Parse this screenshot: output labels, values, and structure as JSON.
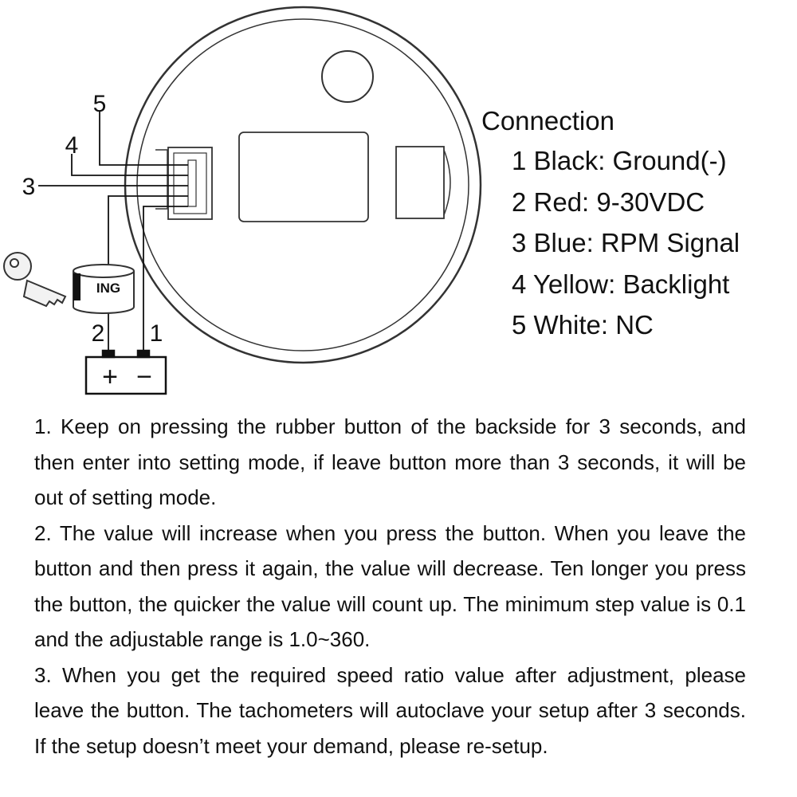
{
  "diagram": {
    "wire_numbers": {
      "w5": "5",
      "w4": "4",
      "w3": "3",
      "w2": "2",
      "w1": "1"
    },
    "ignition_label": "ING",
    "battery": {
      "plus": "+",
      "minus": "−"
    },
    "icons": [
      "gauge-housing",
      "connector-plug",
      "ignition-switch-icon",
      "key-icon",
      "battery-icon"
    ]
  },
  "connection": {
    "title": "Connection",
    "items": [
      "1 Black: Ground(-)",
      "2 Red: 9-30VDC",
      "3 Blue: RPM Signal",
      "4 Yellow: Backlight",
      "5 White: NC"
    ]
  },
  "instructions": [
    "1. Keep on pressing the rubber button of the backside for 3 seconds, and then enter into setting mode, if leave button more than 3 seconds, it will be out of setting mode.",
    "2. The value will increase when you press the button. When you leave the button and then press it again, the value will decrease. Ten longer you press the button, the quicker the value will count up. The minimum step value is 0.1 and the adjustable range is 1.0~360.",
    "3. When you get the required speed ratio value after adjustment, please leave the button. The tachometers will autoclave your setup after 3 seconds. If the setup doesn’t meet your demand, please re-setup."
  ]
}
